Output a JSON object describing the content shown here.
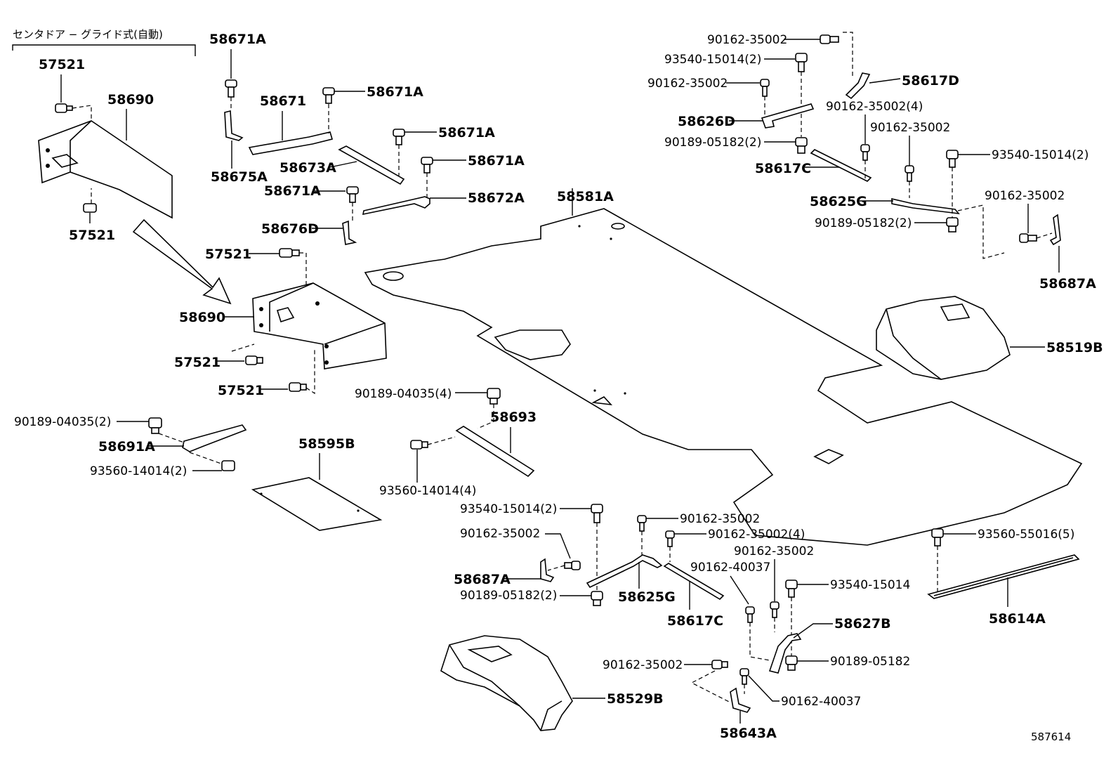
{
  "header": {
    "caption": "センタドア − グライド式(自動)"
  },
  "footer": {
    "figure_id": "587614"
  },
  "callouts": {
    "c01": "57521",
    "c02": "58690",
    "c03": "57521",
    "c04": "58671A",
    "c05": "58671",
    "c06": "58671A",
    "c07": "58675A",
    "c08": "58673A",
    "c09": "58671A",
    "c10": "58671A",
    "c11": "58671A",
    "c12": "58672A",
    "c13": "58676D",
    "c14": "57521",
    "c15": "58690",
    "c16": "57521",
    "c17": "57521",
    "c18": "58581A",
    "c19": "90162-35002",
    "c20": "93540-15014(2)",
    "c21": "90162-35002",
    "c22": "58617D",
    "c23": "58626D",
    "c24": "90162-35002(4)",
    "c25": "90162-35002",
    "c26": "90189-05182(2)",
    "c27": "58617C",
    "c28": "93540-15014(2)",
    "c29": "58625G",
    "c30": "90162-35002",
    "c31": "90189-05182(2)",
    "c32": "58687A",
    "c33": "58519B",
    "c34": "90189-04035(4)",
    "c35": "58693",
    "c36": "90189-04035(2)",
    "c37": "58691A",
    "c38": "93560-14014(2)",
    "c39": "58595B",
    "c40": "93560-14014(4)",
    "c41": "93540-15014(2)",
    "c42": "90162-35002",
    "c43": "90162-35002",
    "c44": "90162-35002(4)",
    "c45": "58687A",
    "c46": "90189-05182(2)",
    "c47": "58625G",
    "c48": "90162-35002",
    "c49": "90162-40037",
    "c50": "58617C",
    "c51": "93540-15014",
    "c52": "58627B",
    "c53": "93560-55016(5)",
    "c54": "58614A",
    "c55": "90162-35002",
    "c56": "90189-05182",
    "c57": "58529B",
    "c58": "90162-40037",
    "c59": "58643A"
  }
}
